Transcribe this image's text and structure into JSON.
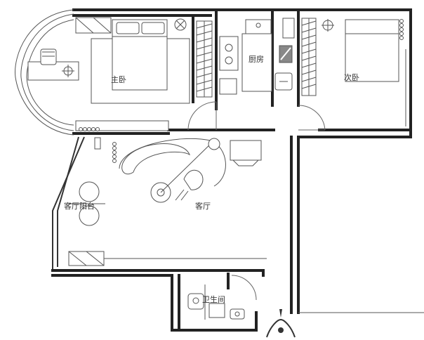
{
  "rooms": {
    "master_bedroom": "主卧",
    "kitchen": "厨房",
    "second_bedroom": "次卧",
    "living_room": "客厅",
    "living_balcony": "客厅阳台",
    "bathroom": "卫生间"
  },
  "icons": {
    "compass": "compass-icon",
    "stove": "stove-icon",
    "washer": "washing-machine-icon"
  }
}
